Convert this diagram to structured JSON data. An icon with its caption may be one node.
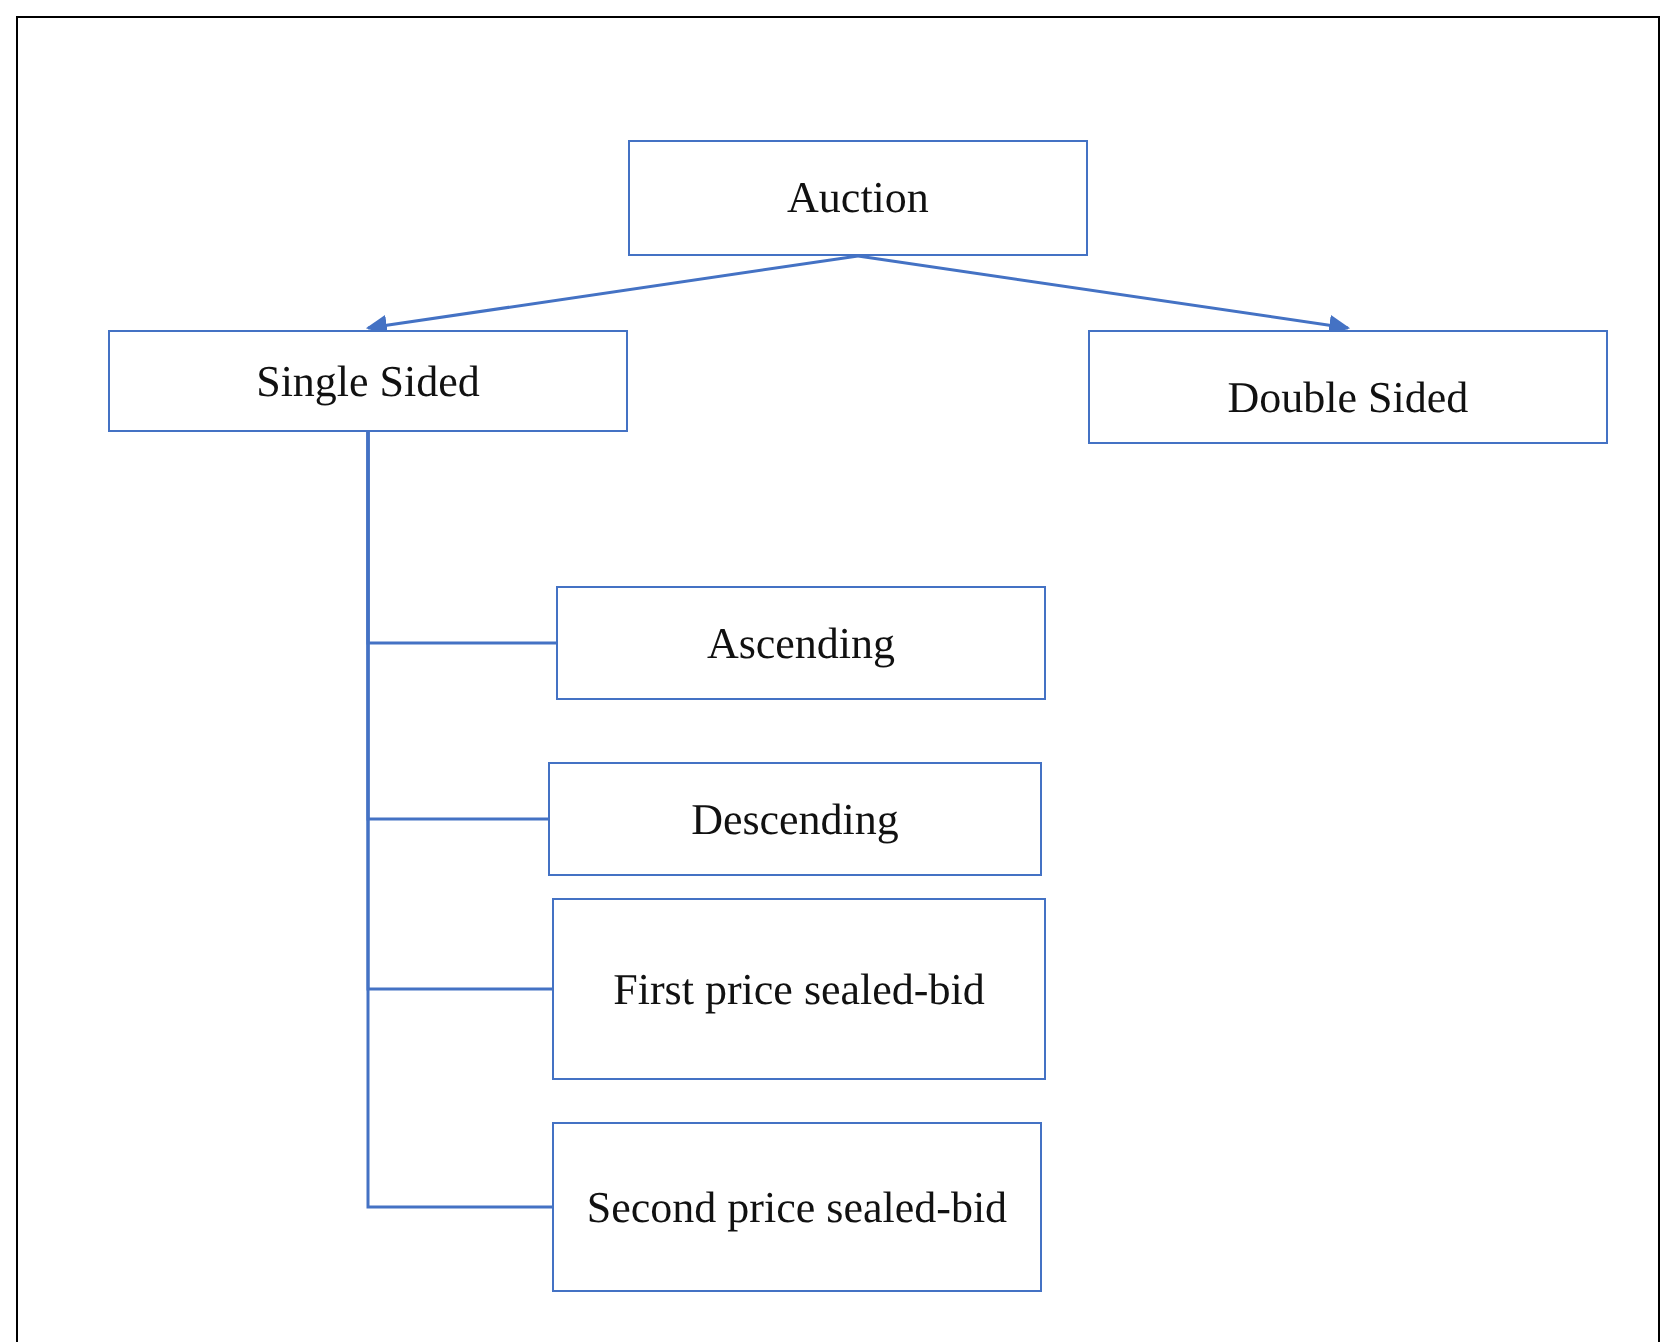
{
  "diagram": {
    "nodes": [
      {
        "text": [
          "Auction"
        ]
      },
      {
        "text": [
          "Single Sided"
        ]
      },
      {
        "text": [
          "Double Sided"
        ]
      },
      {
        "text": [
          "Ascending"
        ]
      },
      {
        "text": [
          "Descending"
        ]
      },
      {
        "text": [
          "First price sealed-bid"
        ]
      },
      {
        "text": [
          "Second price sealed-bid"
        ]
      }
    ],
    "edges": [
      {
        "from": 0,
        "to": 1,
        "arrow": "to"
      },
      {
        "from": 0,
        "to": 2,
        "arrow": "to"
      },
      {
        "from": 1,
        "to": 3,
        "arrow": "none"
      },
      {
        "from": 1,
        "to": 4,
        "arrow": "none"
      },
      {
        "from": 1,
        "to": 5,
        "arrow": "none"
      },
      {
        "from": 1,
        "to": 6,
        "arrow": "none"
      }
    ]
  }
}
